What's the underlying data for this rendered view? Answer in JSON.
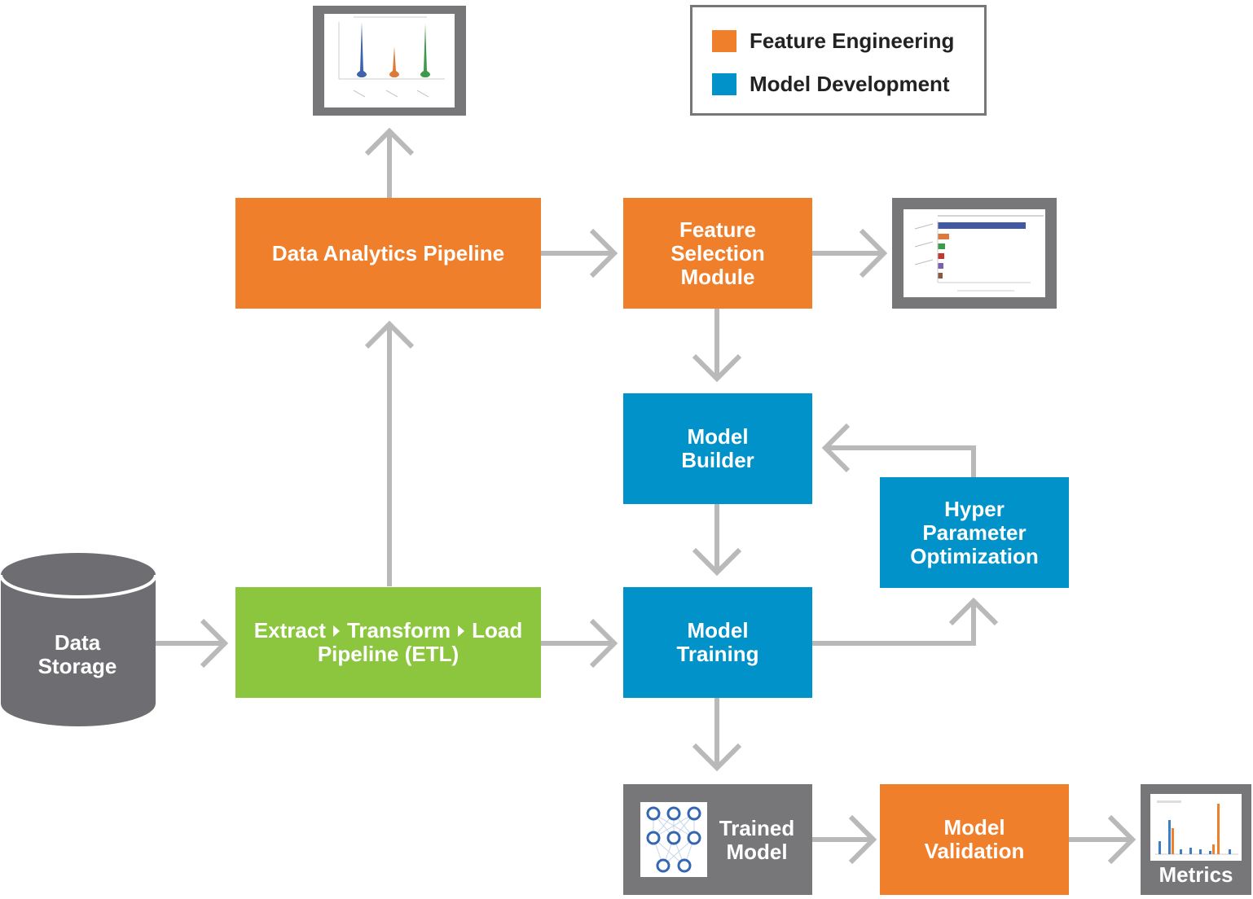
{
  "legend": {
    "items": [
      {
        "label": "Feature Engineering",
        "color": "#f07f2c"
      },
      {
        "label": "Model Development",
        "color": "#0092c8"
      }
    ]
  },
  "nodes": {
    "data_storage": {
      "lines": [
        "Data",
        "Storage"
      ],
      "color": "#77777a"
    },
    "etl": {
      "parts": [
        "Extract",
        "Transform",
        "Load"
      ],
      "line2": "Pipeline (ETL)",
      "color": "#8cc63f"
    },
    "data_analytics": {
      "lines": [
        "Data Analytics Pipeline"
      ],
      "color": "#f07f2c"
    },
    "feature_selection": {
      "lines": [
        "Feature",
        "Selection",
        "Module"
      ],
      "color": "#f07f2c"
    },
    "model_builder": {
      "lines": [
        "Model",
        "Builder"
      ],
      "color": "#0092c8"
    },
    "hyper_param": {
      "lines": [
        "Hyper",
        "Parameter",
        "Optimization"
      ],
      "color": "#0092c8"
    },
    "model_training": {
      "lines": [
        "Model",
        "Training"
      ],
      "color": "#0092c8"
    },
    "trained_model": {
      "lines": [
        "Trained",
        "Model"
      ],
      "color": "#77777a"
    },
    "model_validation": {
      "lines": [
        "Model",
        "Validation"
      ],
      "color": "#f07f2c"
    },
    "metrics": {
      "label": "Metrics",
      "color": "#77777a"
    }
  },
  "colors": {
    "arrow": "#b9b9b9"
  }
}
